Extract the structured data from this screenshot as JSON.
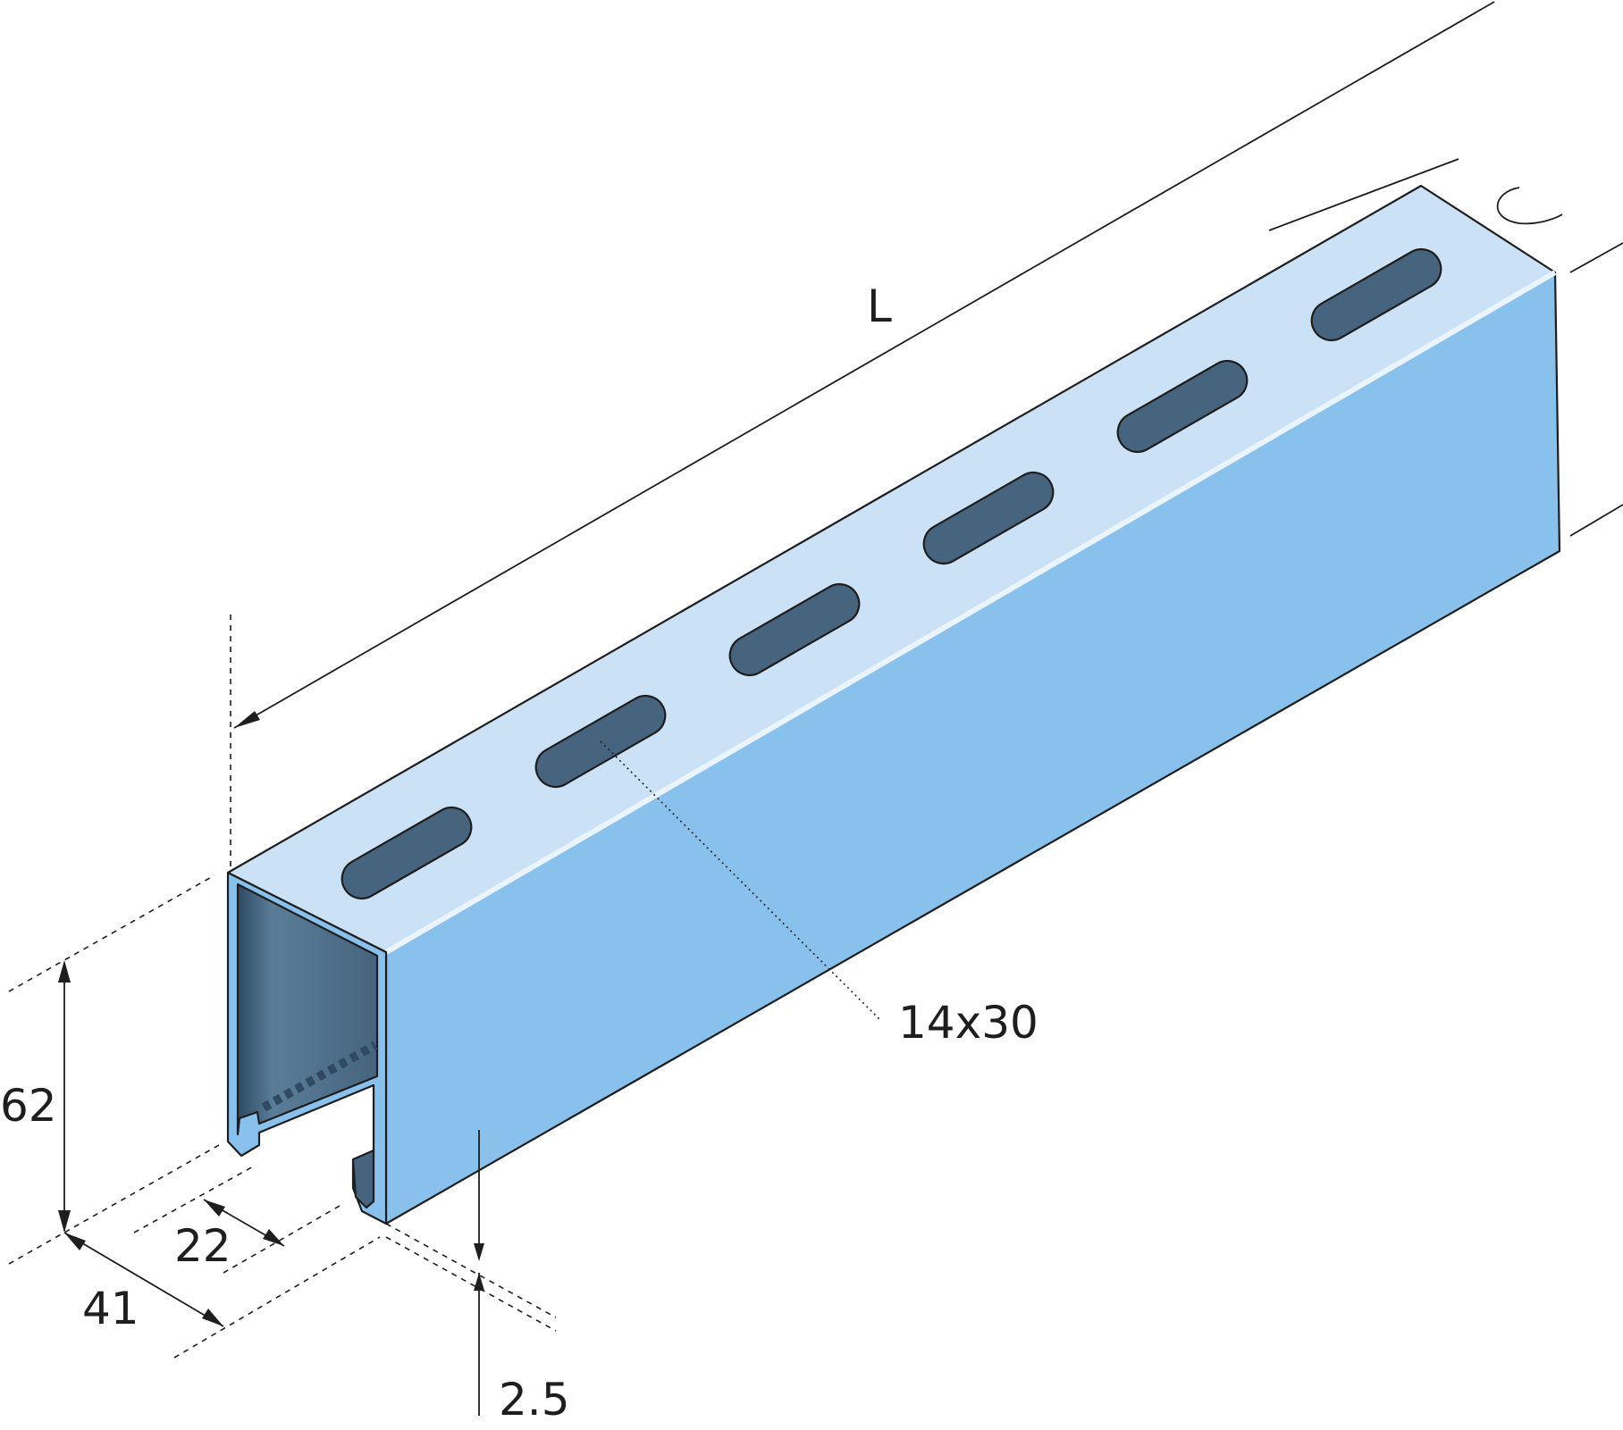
{
  "colors": {
    "top_face": "#cbe1f5",
    "side_face": "#88c1eb",
    "slot_fill": "#46647e",
    "inner_dark": "#46647e",
    "outline": "#1e1e1e"
  },
  "dimensions": {
    "length": "L",
    "height": "62",
    "width": "41",
    "opening": "22",
    "thickness": "2.5",
    "slot": "14x30"
  }
}
